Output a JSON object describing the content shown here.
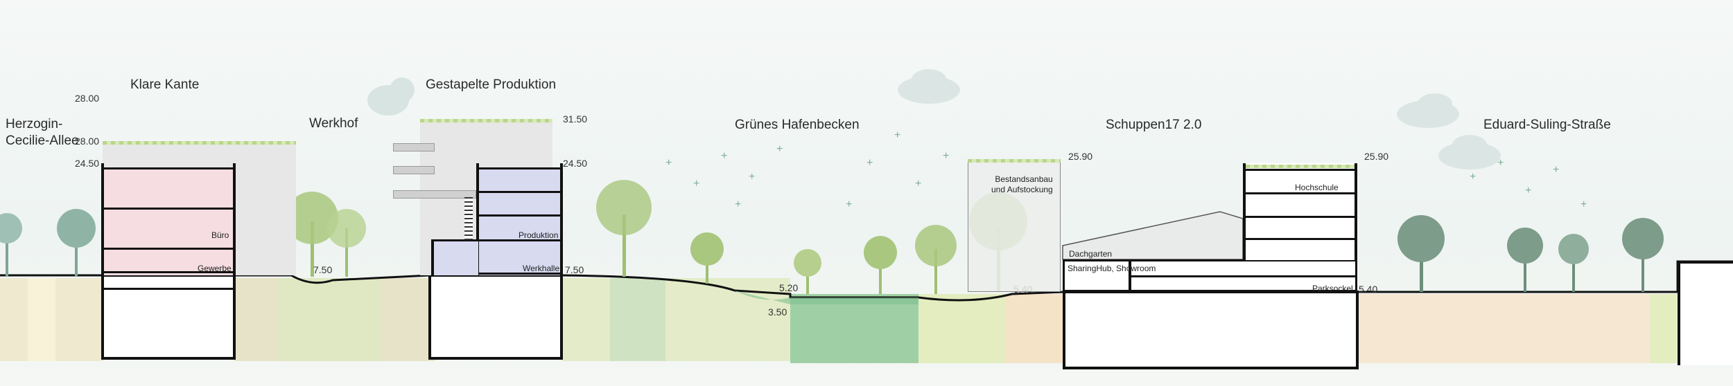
{
  "sections": {
    "herzogin": "Herzogin-\nCecilie-Allee",
    "herzogin_l1": "Herzogin-",
    "herzogin_l2": "Cecilie-Allee",
    "klare_kante": "Klare Kante",
    "werkhof": "Werkhof",
    "gestapelte": "Gestapelte Produktion",
    "hafenbecken": "Grünes Hafenbecken",
    "schuppen": "Schuppen17 2.0",
    "eduard": "Eduard-Suling-Straße"
  },
  "levels": {
    "kk_top": "28.00",
    "kk_mid": "28.00",
    "kk_low": "24.50",
    "werkhof_ground": "7.50",
    "gp_top": "31.50",
    "gp_low": "24.50",
    "gp_ground": "7.50",
    "basin_edge": "5.20",
    "basin_bottom": "3.50",
    "basin_right": "5.40",
    "bestand_top": "25.90",
    "hochschule_top": "25.90",
    "parksockel": "5.40"
  },
  "rooms": {
    "buero": "Büro",
    "gewerbe": "Gewerbe",
    "produktion": "Produktion",
    "werkhalle": "Werkhalle",
    "bestand_l1": "Bestandsanbau",
    "bestand_l2": "und Aufstockung",
    "dachgarten": "Dachgarten",
    "sharinghub": "SharingHub, Showroom",
    "hochschule": "Hochschule",
    "parksockel": "Parksockel"
  },
  "colors": {
    "office_pink": "#f6dde2",
    "production_blue": "#d8daf0",
    "grey_building": "#e6e7e6",
    "tree_green": "#9fbf72",
    "tree_teal": "#7fa596",
    "water_green": "#7fc08f",
    "people": "#e07a8f"
  }
}
